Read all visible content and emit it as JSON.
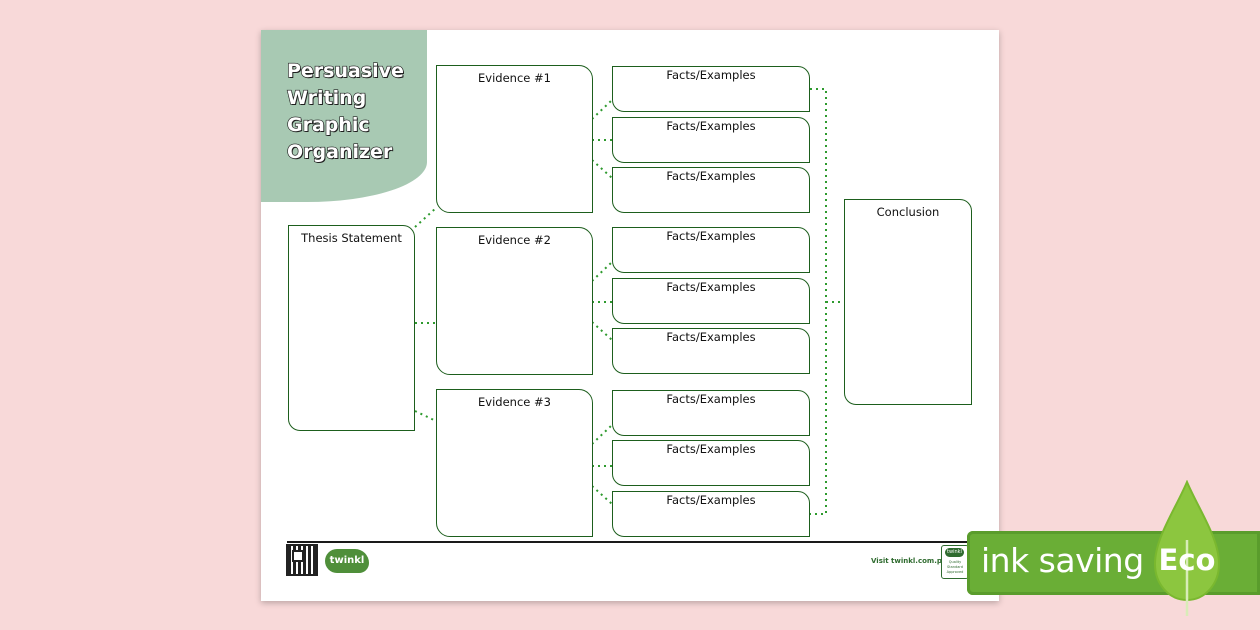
{
  "title": {
    "lines": [
      "Persuasive",
      "Writing",
      "Graphic",
      "Organizer"
    ]
  },
  "thesis": {
    "label": "Thesis Statement"
  },
  "evidence": [
    {
      "label": "Evidence #1",
      "facts": [
        "Facts/Examples",
        "Facts/Examples",
        "Facts/Examples"
      ]
    },
    {
      "label": "Evidence #2",
      "facts": [
        "Facts/Examples",
        "Facts/Examples",
        "Facts/Examples"
      ]
    },
    {
      "label": "Evidence #3",
      "facts": [
        "Facts/Examples",
        "Facts/Examples",
        "Facts/Examples"
      ]
    }
  ],
  "conclusion": {
    "label": "Conclusion"
  },
  "footer": {
    "logo_text": "twinkl",
    "visit_text": "Visit twinkl.com.ph",
    "badge_logo": "twinkl",
    "badge_text": "Quality Standard Approved"
  },
  "eco_banner": {
    "text": "ink saving",
    "eco": "Eco"
  },
  "colors": {
    "background": "#f8d9d9",
    "box_border": "#1d5e1d",
    "title_blob": "#a8c9b3",
    "eco_green": "#6aae36",
    "connector": "#2e9a2e"
  }
}
